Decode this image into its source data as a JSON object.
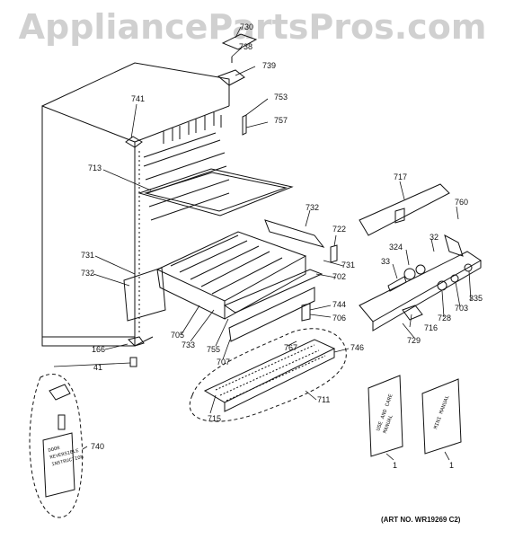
{
  "watermark": "AppliancePartsPros.com",
  "art_number": "(ART NO. WR19269 C2)",
  "manuals": {
    "use_and_care": [
      "USE AND CARE",
      "MANUAL"
    ],
    "mini": [
      "MINI MANUAL"
    ],
    "installation": [
      "DOOR",
      "REVERSIBLE",
      "INSTRUCTION"
    ]
  },
  "part_labels": {
    "p730": "730",
    "p738": "738",
    "p739": "739",
    "p741": "741",
    "p753": "753",
    "p757": "757",
    "p713": "713",
    "p717": "717",
    "p760": "760",
    "p732a": "732",
    "p722": "722",
    "p32": "32",
    "p324": "324",
    "p33": "33",
    "p731a": "731",
    "p731b": "731",
    "p702": "702",
    "p335": "335",
    "p732b": "732",
    "p744": "744",
    "p706": "706",
    "p728": "728",
    "p703": "703",
    "p705": "705",
    "p716": "716",
    "p733": "733",
    "p755": "755",
    "p729": "729",
    "p166": "166",
    "p707": "707",
    "p767": "767",
    "p746": "746",
    "p41": "41",
    "p711": "711",
    "p715": "715",
    "p740": "740",
    "p1a": "1",
    "p1b": "1"
  }
}
